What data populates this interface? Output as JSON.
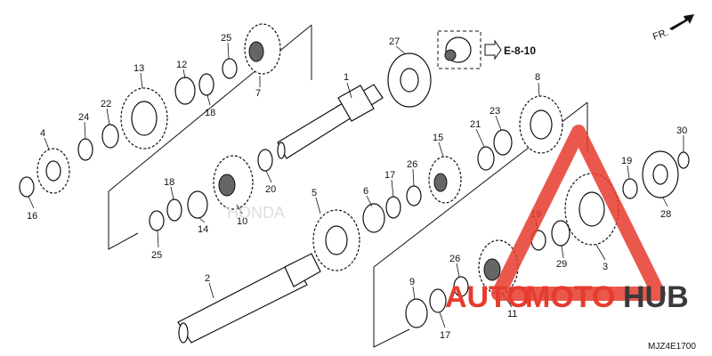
{
  "diagram": {
    "code": "MJZ4E1700",
    "reference": "E-8-10",
    "direction": "FR.",
    "brand_text": "HONDA",
    "watermark": {
      "part1": "AUTO",
      "part2": "MOTO",
      "part3": "HUB",
      "color_red": "#e63b2e",
      "color_dark": "#3a3a3a"
    },
    "callouts": [
      "1",
      "2",
      "3",
      "4",
      "5",
      "6",
      "7",
      "8",
      "9",
      "10",
      "11",
      "12",
      "13",
      "14",
      "15",
      "16",
      "17",
      "17",
      "18",
      "18",
      "19",
      "19",
      "20",
      "21",
      "22",
      "23",
      "24",
      "25",
      "25",
      "26",
      "26",
      "27",
      "28",
      "29",
      "30"
    ]
  }
}
